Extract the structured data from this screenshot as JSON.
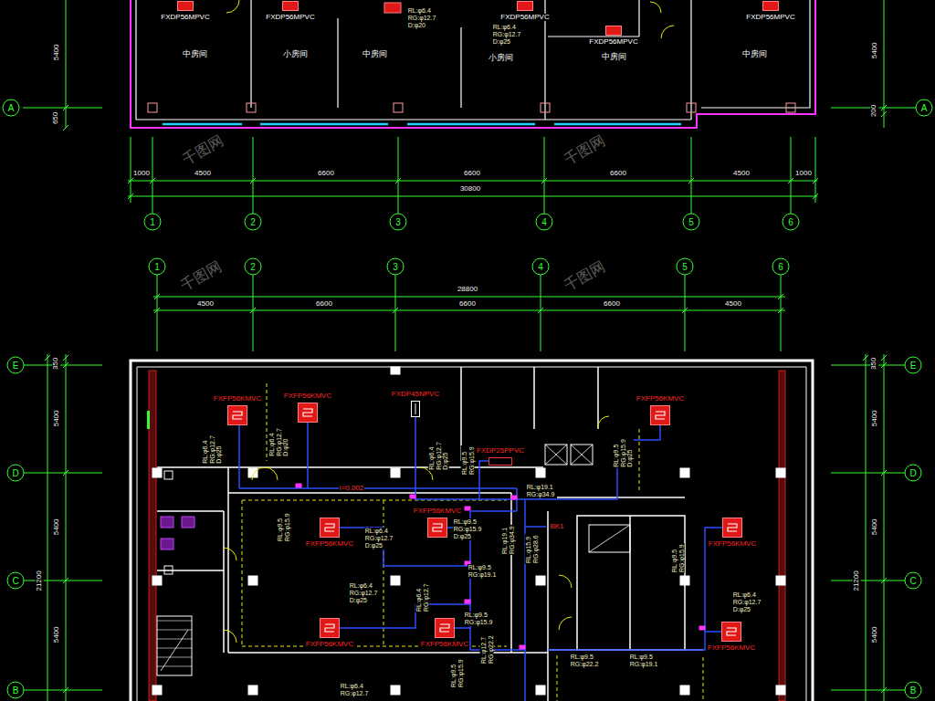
{
  "diagram": {
    "nodes": [
      {
        "text": [
          "FXDP56MPVC"
        ]
      },
      {
        "text": [
          "FXDP56MPVC"
        ]
      },
      {
        "text": [
          "FXDP56MPVC"
        ]
      },
      {
        "text": [
          "FXDP56MPVC"
        ]
      },
      {
        "text": [
          "FXDP56MPVC"
        ]
      },
      {
        "text": [
          "FXFP56KMVC"
        ]
      },
      {
        "text": [
          "FXFP56KMVC"
        ]
      },
      {
        "text": [
          "FXDP45NPVC"
        ]
      },
      {
        "text": [
          "FXDP25PPVC"
        ]
      },
      {
        "text": [
          "FXFP56KMVC"
        ]
      },
      {
        "text": [
          "FXFP56KMVC"
        ]
      },
      {
        "text": [
          "FXFP56KMVC"
        ]
      },
      {
        "text": [
          "FXFP56KMVC"
        ]
      },
      {
        "text": [
          "FXFP56KMVC"
        ]
      },
      {
        "text": [
          "FXFP56KMVC"
        ]
      },
      {
        "text": [
          "FXFP56KMVC"
        ]
      }
    ],
    "labels": [
      "RL:φ6.4 RG:φ12.7 D:φ20",
      "RL:φ6.4 RG:φ12.7 D:φ25",
      "中房间",
      "小房间",
      "中房间",
      "小房间",
      "中房间",
      "中房间",
      "5400",
      "A",
      "650",
      "5400",
      "A",
      "200",
      "1000",
      "4500",
      "6600",
      "6600",
      "6600",
      "4500",
      "1000",
      "30800",
      "1",
      "2",
      "3",
      "4",
      "5",
      "6",
      "1",
      "2",
      "3",
      "4",
      "5",
      "6",
      "28800",
      "4500",
      "6600",
      "6600",
      "6600",
      "4500",
      "E",
      "350",
      "5400",
      "D",
      "5400",
      "21200",
      "C",
      "5400",
      "B",
      "E",
      "350",
      "5400",
      "D",
      "5400",
      "21200",
      "C",
      "5400",
      "B",
      "i=0.002",
      "BK1",
      "RL:φ6.4 RG:φ12.7 D:φ25",
      "RL:φ6.4 RG:φ12.7 D:φ20",
      "RL:φ6.4 RG:φ12.7 D:φ25",
      "RL:φ9.5 RG:φ15.9",
      "RL:φ9.5 RG:φ15.9 D:φ25",
      "RL:φ19.1 RG:φ34.9",
      "RL:φ9.5 RG:φ15.9",
      "RL:φ6.4 RG:φ12.7 D:φ25",
      "RL:φ9.5 RG:φ15.9 D:φ25",
      "RL:φ19.1 RG:φ34.9",
      "RL:φ15.9 RG:φ28.6",
      "RL:φ9.5 RG:φ19.1",
      "RL:φ9.5 RG:φ15.9",
      "RL:φ6.4 RG:φ12.7 D:φ25",
      "RL:φ6.4 RG:φ12.7",
      "RL:φ9.5 RG:φ15.9",
      "RL:φ6.4 RG:φ12.7 D:φ25",
      "RL:φ12.7 RG:φ22.2",
      "RL:φ9.5 RG:φ22.2",
      "RL:φ9.5 RG:φ19.1",
      "RL:φ9.5 RG:φ15.9",
      "RL:φ6.4 RG:φ12.7",
      "千图网",
      "千图网",
      "千图网",
      "千图网"
    ]
  }
}
